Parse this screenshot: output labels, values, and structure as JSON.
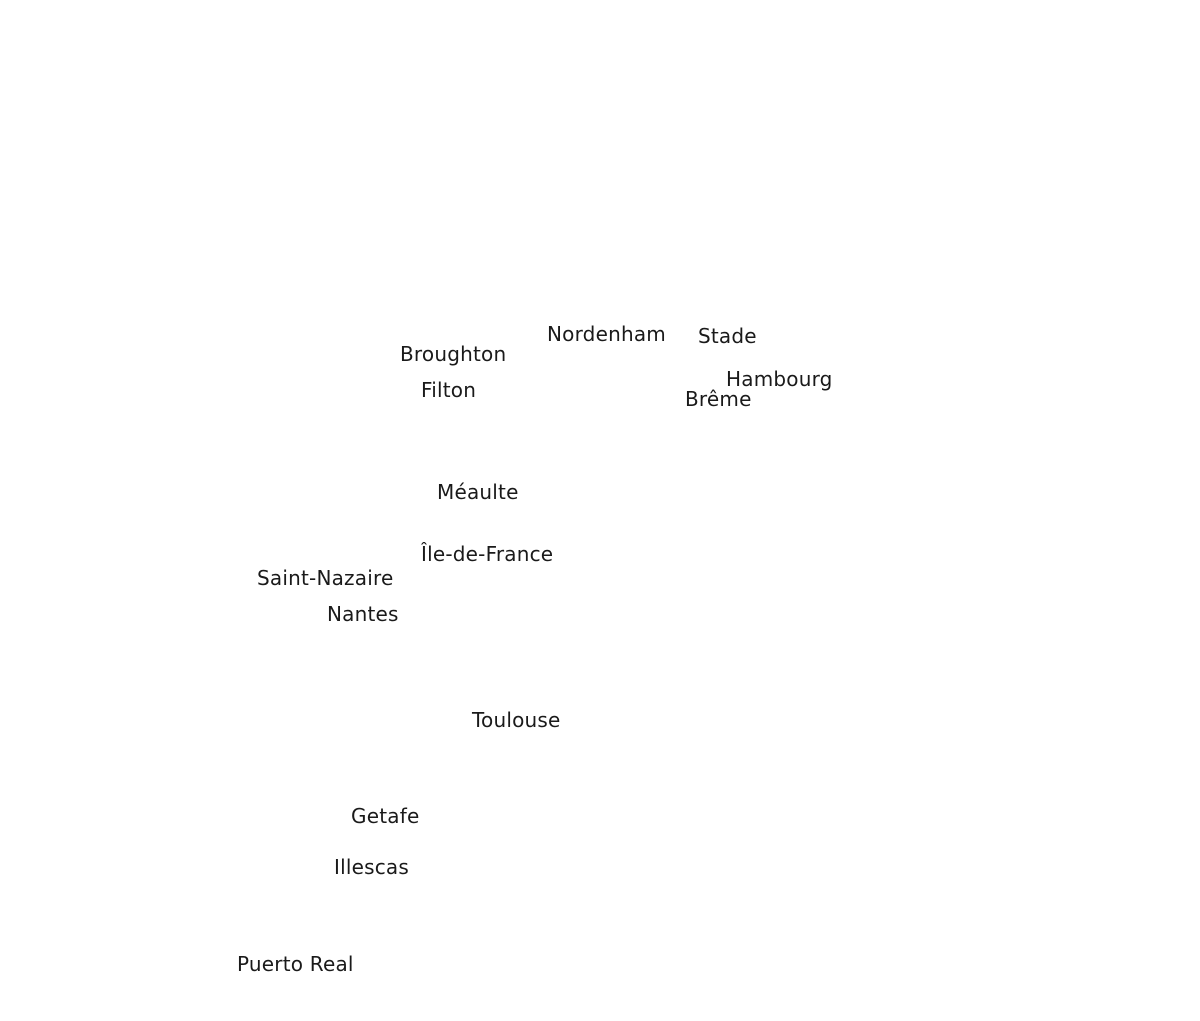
{
  "map": {
    "places": [
      {
        "key": "broughton",
        "label": "Broughton"
      },
      {
        "key": "filton",
        "label": "Filton"
      },
      {
        "key": "nordenham",
        "label": "Nordenham"
      },
      {
        "key": "stade",
        "label": "Stade"
      },
      {
        "key": "hambourg",
        "label": "Hambourg"
      },
      {
        "key": "breme",
        "label": "Brême"
      },
      {
        "key": "meaulte",
        "label": "Méaulte"
      },
      {
        "key": "iledefrance",
        "label": "Île-de-France"
      },
      {
        "key": "saintnazaire",
        "label": "Saint-Nazaire"
      },
      {
        "key": "nantes",
        "label": "Nantes"
      },
      {
        "key": "toulouse",
        "label": "Toulouse"
      },
      {
        "key": "getafe",
        "label": "Getafe"
      },
      {
        "key": "illescas",
        "label": "Illescas"
      },
      {
        "key": "puertoreal",
        "label": "Puerto Real"
      }
    ],
    "colors": {
      "background": "#ffffff",
      "label_text": "#1a1a1a"
    }
  }
}
